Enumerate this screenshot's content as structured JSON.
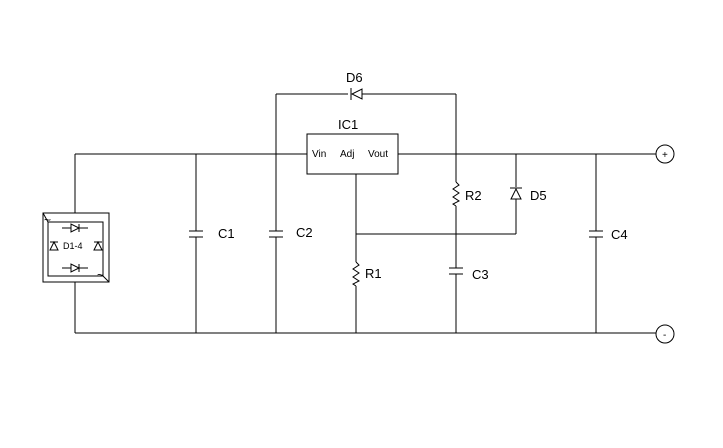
{
  "components": {
    "bridge": "D1-4",
    "c1": "C1",
    "c2": "C2",
    "c3": "C3",
    "c4": "C4",
    "r1": "R1",
    "r2": "R2",
    "d5": "D5",
    "d6": "D6",
    "ic1": "IC1"
  },
  "ic_pins": {
    "vin": "Vin",
    "adj": "Adj",
    "vout": "Vout"
  },
  "terminals": {
    "positive": "+",
    "negative": "-"
  },
  "bridge_ac": {
    "ac_top": "~",
    "ac_bottom": "~"
  }
}
